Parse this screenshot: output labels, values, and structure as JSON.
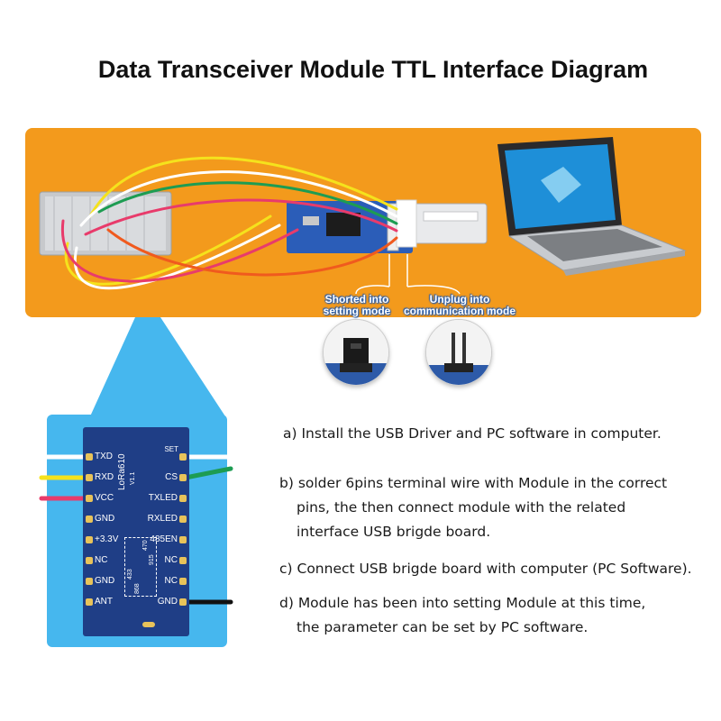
{
  "title": "Data Transceiver Module TTL Interface Diagram",
  "jumpers": {
    "shorted": "Shorted into setting mode",
    "shorted_line1": "Shorted into",
    "shorted_line2": "setting mode",
    "unplug_line1": "Unplug into",
    "unplug_line2": "communication mode"
  },
  "module": {
    "name": "LoRa610",
    "version": "V1.1",
    "left_pins": [
      "TXD",
      "RXD",
      "VCC",
      "GND",
      "+3.3V",
      "NC",
      "GND",
      "ANT"
    ],
    "right_pins": [
      "SET",
      "CS",
      "TXLED",
      "RXLED",
      "485EN",
      "NC",
      "NC",
      "GND"
    ],
    "freq_labels": [
      "433",
      "470",
      "868",
      "915"
    ]
  },
  "instructions": {
    "a": "a) Install the USB Driver and PC software in computer.",
    "b1": "b)  solder 6pins terminal wire with Module in the correct",
    "b2": "pins, the then connect module with the related",
    "b3": "interface USB brigde board.",
    "c": "c) Connect USB brigde board with computer (PC Software).",
    "d1": "d) Module has been into setting Module at this time,",
    "d2": "the parameter can be set by PC software."
  },
  "colors": {
    "banner": "#f39a1c",
    "zoom_box": "#46b7ee",
    "module_pcb": "#1f3e86",
    "label_outline": "#2a5fae"
  }
}
